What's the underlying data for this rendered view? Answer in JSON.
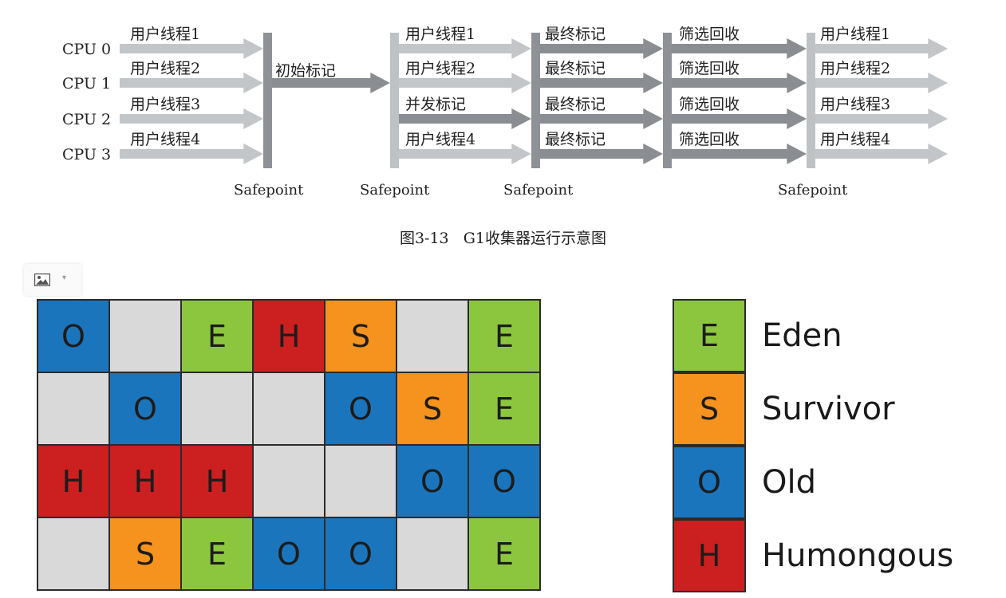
{
  "flow_diagram": {
    "cpus": [
      "CPU 0",
      "CPU 1",
      "CPU 2",
      "CPU 3"
    ],
    "safepoint_label": "Safepoint",
    "user_threads": [
      "用户线程1",
      "用户线程2",
      "用户线程3",
      "用户线程4"
    ],
    "initial_mark": "初始标记",
    "concurrent_phase": [
      "用户线程1",
      "用户线程2",
      "并发标记",
      "用户线程4"
    ],
    "final_mark": [
      "最终标记",
      "最终标记",
      "最终标记",
      "最终标记"
    ],
    "cleanup": [
      "筛选回收",
      "筛选回收",
      "筛选回收",
      "筛选回收"
    ],
    "resume_threads": [
      "用户线程1",
      "用户线程2",
      "用户线程3",
      "用户线程4"
    ],
    "caption": "图3-13   G1收集器运行示意图"
  },
  "region_grid": {
    "rows": [
      [
        "O",
        "",
        "E",
        "H",
        "S",
        "",
        "E"
      ],
      [
        "",
        "O",
        "",
        "",
        "O",
        "S",
        "E"
      ],
      [
        "H",
        "H",
        "H",
        "",
        "",
        "O",
        "O"
      ],
      [
        "",
        "S",
        "E",
        "O",
        "O",
        "",
        "E"
      ]
    ]
  },
  "legend": [
    {
      "key": "E",
      "name": "Eden"
    },
    {
      "key": "S",
      "name": "Survivor"
    },
    {
      "key": "O",
      "name": "Old"
    },
    {
      "key": "H",
      "name": "Humongous"
    }
  ],
  "colors": {
    "E": "#8cc63e",
    "S": "#f6921e",
    "O": "#1b75bc",
    "H": "#cc1f1f",
    "empty": "#d9d9d9",
    "arrow_light": "#c3c6c9",
    "arrow_dark": "#8a8e92",
    "bar": "#8e9296",
    "bar_light": "#bfc2c5"
  },
  "toolbar": {
    "image_icon": "image-icon",
    "dropdown_icon": "chevron-down-icon"
  }
}
